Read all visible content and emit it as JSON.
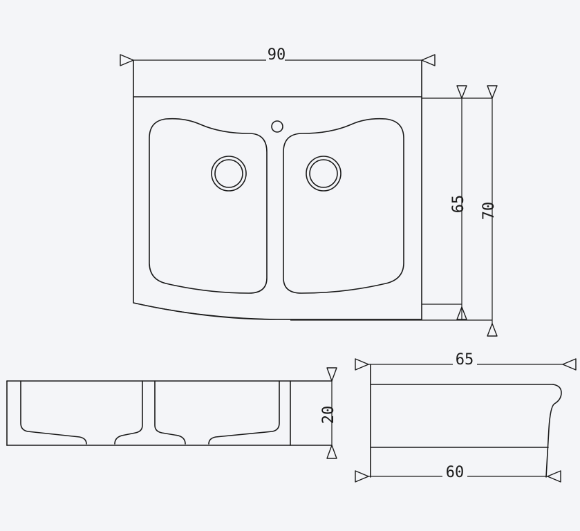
{
  "drawing": {
    "top_view": {
      "width_label": "90",
      "inner_depth_label": "65",
      "outer_depth_label": "70"
    },
    "front_view": {
      "height_label": "20"
    },
    "side_view": {
      "top_length_label": "65",
      "bottom_length_label": "60"
    },
    "colors": {
      "background": "#f4f5f8",
      "line": "#1a1a1a"
    }
  }
}
